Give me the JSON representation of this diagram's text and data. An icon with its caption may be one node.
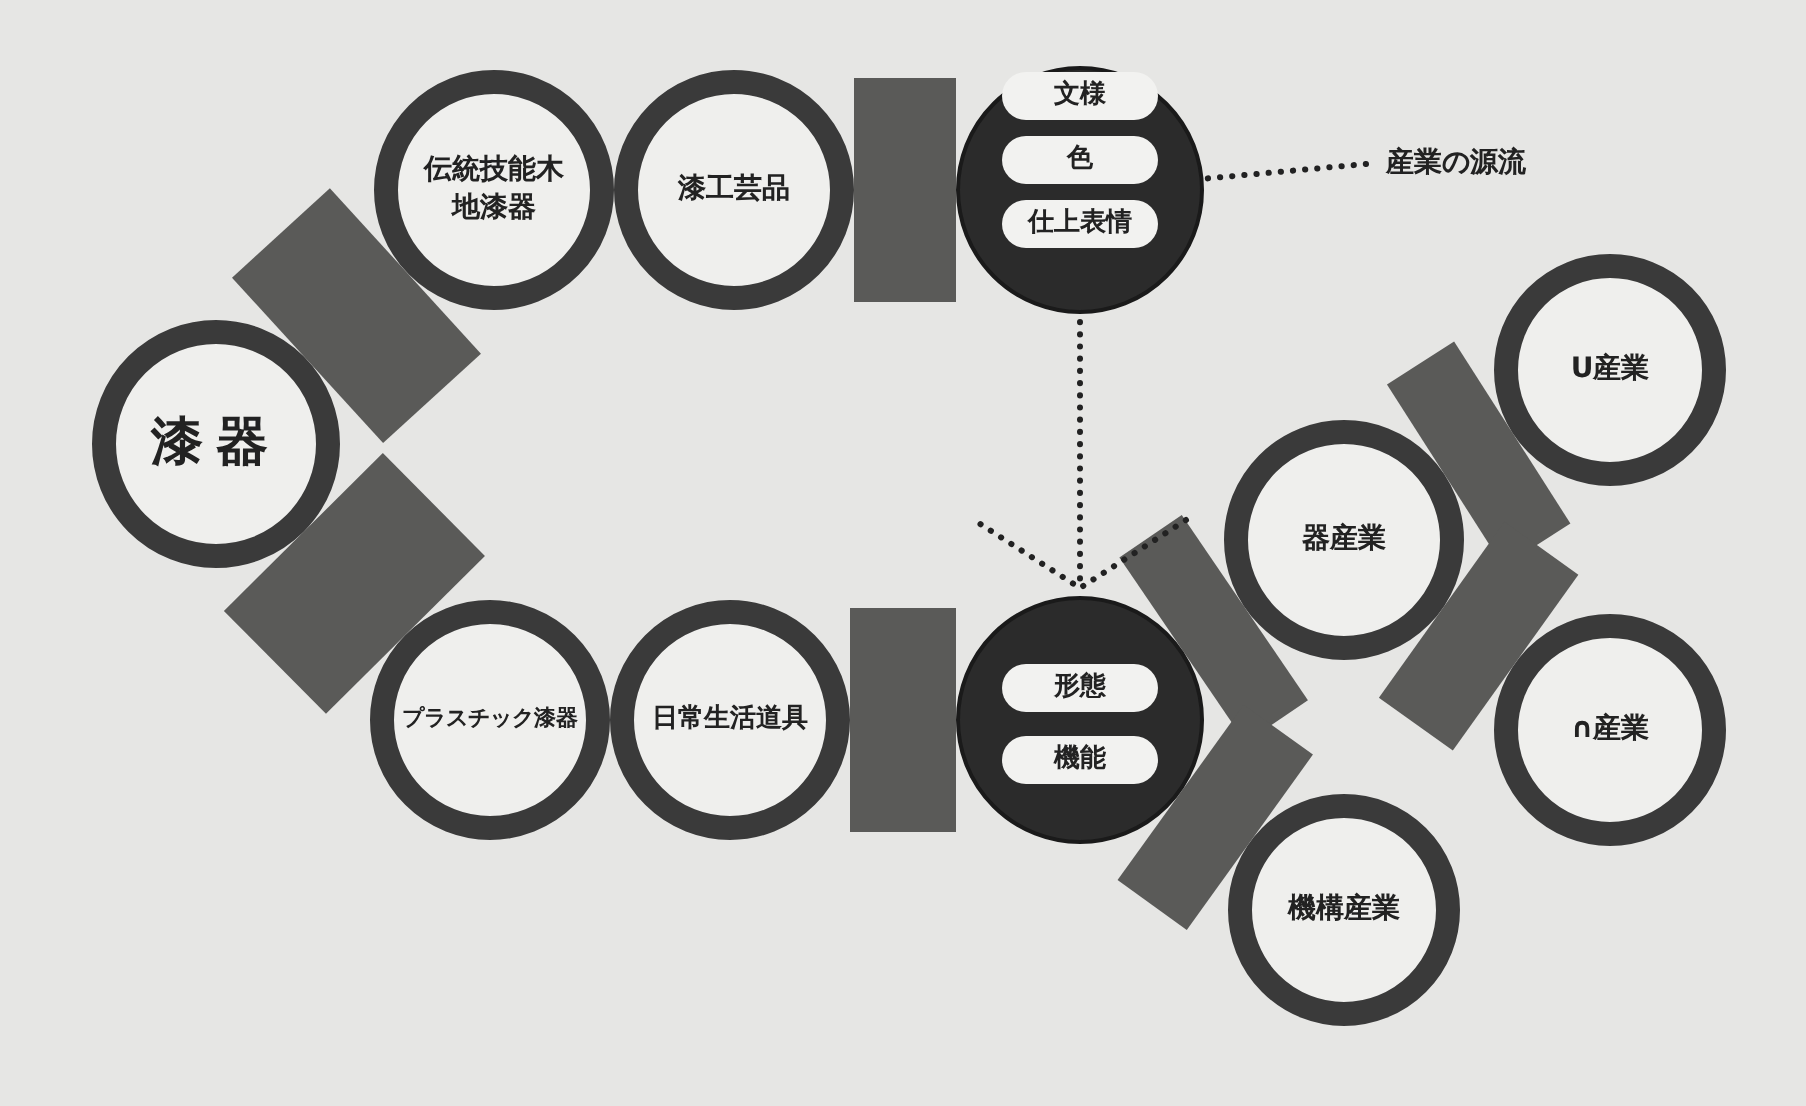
{
  "diagram": {
    "nodes": [
      {
        "text": [
          "漆器"
        ]
      },
      {
        "text": [
          "伝統技能木地漆器"
        ]
      },
      {
        "text": [
          "プラスチック漆器"
        ]
      },
      {
        "text": [
          "漆工芸品"
        ]
      },
      {
        "text": [],
        "shape": "circle"
      },
      {
        "text": [
          "文様"
        ],
        "in": 4
      },
      {
        "text": [
          "色"
        ],
        "in": 4
      },
      {
        "text": [
          "仕上表情"
        ],
        "in": 4
      },
      {
        "text": [
          "日常生活道具"
        ]
      },
      {
        "text": [],
        "shape": "circle"
      },
      {
        "text": [
          "形態"
        ],
        "in": 9
      },
      {
        "text": [
          "機能"
        ],
        "in": 9
      },
      {
        "text": [
          "器産業"
        ]
      },
      {
        "text": [
          "U産業"
        ]
      },
      {
        "text": [
          "∩産業"
        ]
      },
      {
        "text": [
          "機構産業"
        ]
      },
      {
        "text": [
          "産業の源流"
        ]
      }
    ],
    "edges": [
      {
        "from": 0,
        "to": 1,
        "arrow": "none"
      },
      {
        "from": 0,
        "to": 2,
        "arrow": "none"
      },
      {
        "from": 3,
        "to": 4,
        "arrow": "none"
      },
      {
        "from": 8,
        "to": 9,
        "arrow": "none"
      },
      {
        "from": 9,
        "to": 12,
        "arrow": "none"
      },
      {
        "from": 9,
        "to": 15,
        "arrow": "none"
      },
      {
        "from": 12,
        "to": 13,
        "arrow": "none"
      },
      {
        "from": 12,
        "to": 14,
        "arrow": "none"
      },
      {
        "from": 4,
        "to": 9,
        "arrow": "to",
        "style": "dashed"
      },
      {
        "from": 16,
        "to": 4,
        "arrow": "none",
        "style": "dashed"
      }
    ]
  }
}
